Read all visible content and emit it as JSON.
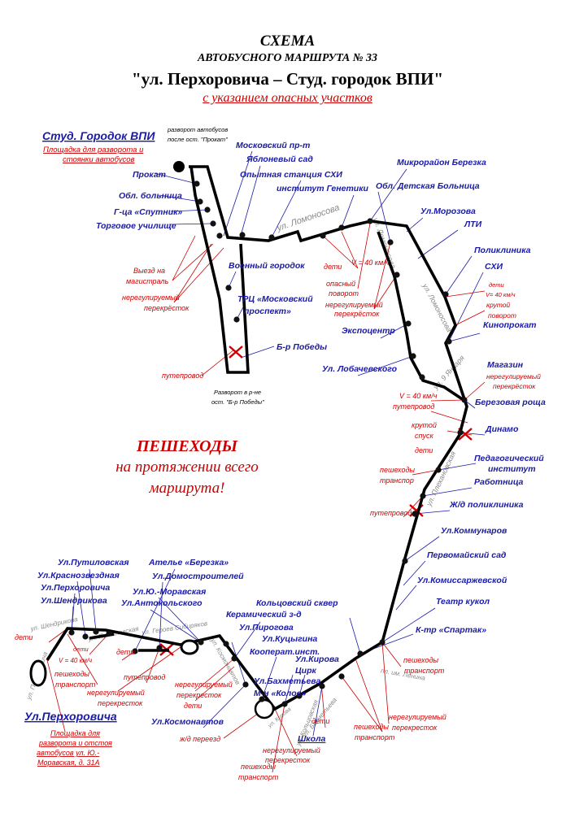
{
  "header": {
    "title": "СХЕМА",
    "subtitle": "АВТОБУСНОГО МАРШРУТА № 33",
    "route": "\"ул. Перхоровича – Студ. городок ВПИ\"",
    "note": "с указанием опасных участков"
  },
  "pedestrians": {
    "line1": "ПЕШЕХОДЫ",
    "line2": "на протяжении всего",
    "line3": "маршрута!"
  },
  "colors": {
    "stop": "#1a1aa8",
    "danger": "#cc0000",
    "route": "#000000",
    "street": "#8a8a8a"
  },
  "stops": [
    {
      "id": "stud-gorodok",
      "text": "Студ. Городок ВПИ",
      "big": true,
      "underline": true
    },
    {
      "id": "prokat",
      "text": "Прокат"
    },
    {
      "id": "obl-bolnica",
      "text": "Обл. больница"
    },
    {
      "id": "sputnik",
      "text": "Г-ца «Спутник»"
    },
    {
      "id": "torg-uchilishe",
      "text": "Торговое училище"
    },
    {
      "id": "moskovsky",
      "text": "Московский пр-т"
    },
    {
      "id": "yablonevy",
      "text": "Яблоневый сад"
    },
    {
      "id": "opytnaya",
      "text": "Опытная станция СХИ"
    },
    {
      "id": "genetiki",
      "text": "институт Генетики"
    },
    {
      "id": "berezka",
      "text": "Микрорайон Березка"
    },
    {
      "id": "obl-det",
      "text": "Обл. Детская Больница"
    },
    {
      "id": "morozova",
      "text": "Ул.Морозова"
    },
    {
      "id": "lti",
      "text": "ЛТИ"
    },
    {
      "id": "poliklinika",
      "text": "Поликлиника"
    },
    {
      "id": "shi",
      "text": "СХИ"
    },
    {
      "id": "voen-gorodok",
      "text": "Военный городок"
    },
    {
      "id": "trc1",
      "text": "ТРЦ «Московский"
    },
    {
      "id": "trc2",
      "text": "проспект»"
    },
    {
      "id": "ekspocentr",
      "text": "Экспоцентр"
    },
    {
      "id": "kinoprokat",
      "text": "Кинопрокат"
    },
    {
      "id": "pobedy",
      "text": "Б-р Победы"
    },
    {
      "id": "lobachevsky",
      "text": "Ул. Лобачевского"
    },
    {
      "id": "magazin",
      "text": "Магазин"
    },
    {
      "id": "berez-rosha",
      "text": "Березовая роща"
    },
    {
      "id": "dinamo",
      "text": "Динамо"
    },
    {
      "id": "ped1",
      "text": "Педагогический"
    },
    {
      "id": "ped2",
      "text": "институт"
    },
    {
      "id": "rabotnica",
      "text": "Работница"
    },
    {
      "id": "zd-polik",
      "text": "Ж/д поликлиника"
    },
    {
      "id": "kommunarov",
      "text": "Ул.Коммунаров"
    },
    {
      "id": "pervomay",
      "text": "Первомайский сад"
    },
    {
      "id": "komissar",
      "text": "Ул.Комиссаржевской"
    },
    {
      "id": "teatr",
      "text": "Театр кукол"
    },
    {
      "id": "spartak",
      "text": "К-тр «Спартак»"
    },
    {
      "id": "kolcevoy",
      "text": "Кольцовский сквер"
    },
    {
      "id": "putilovskaya",
      "text": "Ул.Путиловская"
    },
    {
      "id": "krasnozv",
      "text": "Ул.Краснозвездная"
    },
    {
      "id": "perhorovicha",
      "text": "Ул.Перхоровича"
    },
    {
      "id": "shendrikova",
      "text": "Ул.Шендрикова"
    },
    {
      "id": "atelie",
      "text": "Ателье «Березка»"
    },
    {
      "id": "domostr",
      "text": "Ул.Домостроителей"
    },
    {
      "id": "yu-morav",
      "text": "Ул.Ю.-Моравская"
    },
    {
      "id": "antokol",
      "text": "Ул.Антокольского"
    },
    {
      "id": "keramich",
      "text": "Керамический з-д"
    },
    {
      "id": "pirogova",
      "text": "Ул.Пирогова"
    },
    {
      "id": "kucygina",
      "text": "Ул.Куцыгина"
    },
    {
      "id": "kooperat",
      "text": "Кооперат.инст."
    },
    {
      "id": "kirova",
      "text": "Ул.Кирова"
    },
    {
      "id": "cirk",
      "text": "Цирк"
    },
    {
      "id": "bahmeteva",
      "text": "Ул.Бахметьева"
    },
    {
      "id": "kolos",
      "text": "М-н «Колос»"
    },
    {
      "id": "kosmonavtov",
      "text": "Ул.Космонавтов"
    },
    {
      "id": "shkola",
      "text": "Школа",
      "underline": true
    },
    {
      "id": "perhorovicha-end",
      "text": "Ул.Перхоровича",
      "big": true,
      "underline": true
    }
  ],
  "dangers": [
    {
      "id": "d1",
      "text": "Площадка для разворота и",
      "underline": true
    },
    {
      "id": "d2",
      "text": "стоянки автобусов",
      "underline": true
    },
    {
      "id": "d3",
      "text": "Выезд на"
    },
    {
      "id": "d4",
      "text": "магистраль"
    },
    {
      "id": "d5",
      "text": "нерегулируемый"
    },
    {
      "id": "d6",
      "text": "перекрёсток"
    },
    {
      "id": "d7",
      "text": "путепровод"
    },
    {
      "id": "d8",
      "text": "дети"
    },
    {
      "id": "d9",
      "text": "V = 40 км/ч"
    },
    {
      "id": "d10",
      "text": "опасный"
    },
    {
      "id": "d11",
      "text": "поворот"
    },
    {
      "id": "d12",
      "text": "нерегулируемый"
    },
    {
      "id": "d13",
      "text": "перекрёсток"
    },
    {
      "id": "d14",
      "text": "дети"
    },
    {
      "id": "d15",
      "text": "V= 40 км/ч"
    },
    {
      "id": "d16",
      "text": "крутой"
    },
    {
      "id": "d17",
      "text": "поворот"
    },
    {
      "id": "d18",
      "text": "нерегулируемый"
    },
    {
      "id": "d19",
      "text": "перекрёсток"
    },
    {
      "id": "d20",
      "text": "V = 40 км/ч"
    },
    {
      "id": "d21",
      "text": "путепровод"
    },
    {
      "id": "d22",
      "text": "крутой"
    },
    {
      "id": "d23",
      "text": "спуск"
    },
    {
      "id": "d24",
      "text": "дети"
    },
    {
      "id": "d25",
      "text": "пешеходы"
    },
    {
      "id": "d26",
      "text": "транспор"
    },
    {
      "id": "d27",
      "text": "путепровод"
    },
    {
      "id": "d28",
      "text": "дети"
    },
    {
      "id": "d29",
      "text": "дети"
    },
    {
      "id": "d30",
      "text": "V = 40 км/ч"
    },
    {
      "id": "d31",
      "text": "дети"
    },
    {
      "id": "d32",
      "text": "пешеходы"
    },
    {
      "id": "d33",
      "text": "транспорт"
    },
    {
      "id": "d34",
      "text": "путепровод"
    },
    {
      "id": "d35",
      "text": "нерегулируемый"
    },
    {
      "id": "d36",
      "text": "перекресток"
    },
    {
      "id": "d37",
      "text": "нерегулируемый"
    },
    {
      "id": "d38",
      "text": "перекресток"
    },
    {
      "id": "d39",
      "text": "дети"
    },
    {
      "id": "d40",
      "text": "ж/д переезд"
    },
    {
      "id": "d41",
      "text": "нерегулируемый"
    },
    {
      "id": "d42",
      "text": "перекресток"
    },
    {
      "id": "d43",
      "text": "пешеходы"
    },
    {
      "id": "d44",
      "text": "транспорт"
    },
    {
      "id": "d45",
      "text": "дети"
    },
    {
      "id": "d46",
      "text": "пешеходы"
    },
    {
      "id": "d47",
      "text": "транспорт"
    },
    {
      "id": "d48",
      "text": "нерегулируемый"
    },
    {
      "id": "d49",
      "text": "перекресток"
    },
    {
      "id": "d50",
      "text": "пешеходы"
    },
    {
      "id": "d51",
      "text": "транспорт"
    },
    {
      "id": "d52",
      "text": "Площадка для",
      "underline": true
    },
    {
      "id": "d53",
      "text": "разворота и отстоя",
      "underline": true
    },
    {
      "id": "d54",
      "text": "автобусов ул. Ю.-",
      "underline": true
    },
    {
      "id": "d55",
      "text": "Моравская, д. 31А",
      "underline": true
    },
    {
      "id": "d56",
      "text": "пешеходы"
    },
    {
      "id": "d57",
      "text": "транспорт"
    }
  ],
  "notes": [
    {
      "id": "n1",
      "text": "разворот автобусов"
    },
    {
      "id": "n2",
      "text": "после ост. \"Прокат\""
    },
    {
      "id": "n3",
      "text": "Разворот в р-не"
    },
    {
      "id": "n4",
      "text": "ост. \"Б-р Победы\""
    }
  ],
  "streets": [
    {
      "id": "s1",
      "text": "ул. Ломоносова"
    },
    {
      "id": "s2",
      "text": "ул. Ломоносова"
    },
    {
      "id": "s3",
      "text": "ул. Ломоносова"
    },
    {
      "id": "s4",
      "text": "ул. 9 Января"
    },
    {
      "id": "s5",
      "text": "ул. Плехановская"
    },
    {
      "id": "s6",
      "text": "пл. им. Ленина"
    },
    {
      "id": "s7",
      "text": "ул. Кольцовская"
    },
    {
      "id": "s8",
      "text": "ул. Космонавтов"
    },
    {
      "id": "s9",
      "text": "ул. Героев Сибиряков"
    },
    {
      "id": "s10",
      "text": "ул. Путиловская"
    },
    {
      "id": "s11",
      "text": "ул. Шендрикова"
    },
    {
      "id": "s12",
      "text": "ул. Перхоровича"
    },
    {
      "id": "s13",
      "text": "ул. Бахметьева"
    },
    {
      "id": "s14",
      "text": "ул. Кирова"
    }
  ]
}
